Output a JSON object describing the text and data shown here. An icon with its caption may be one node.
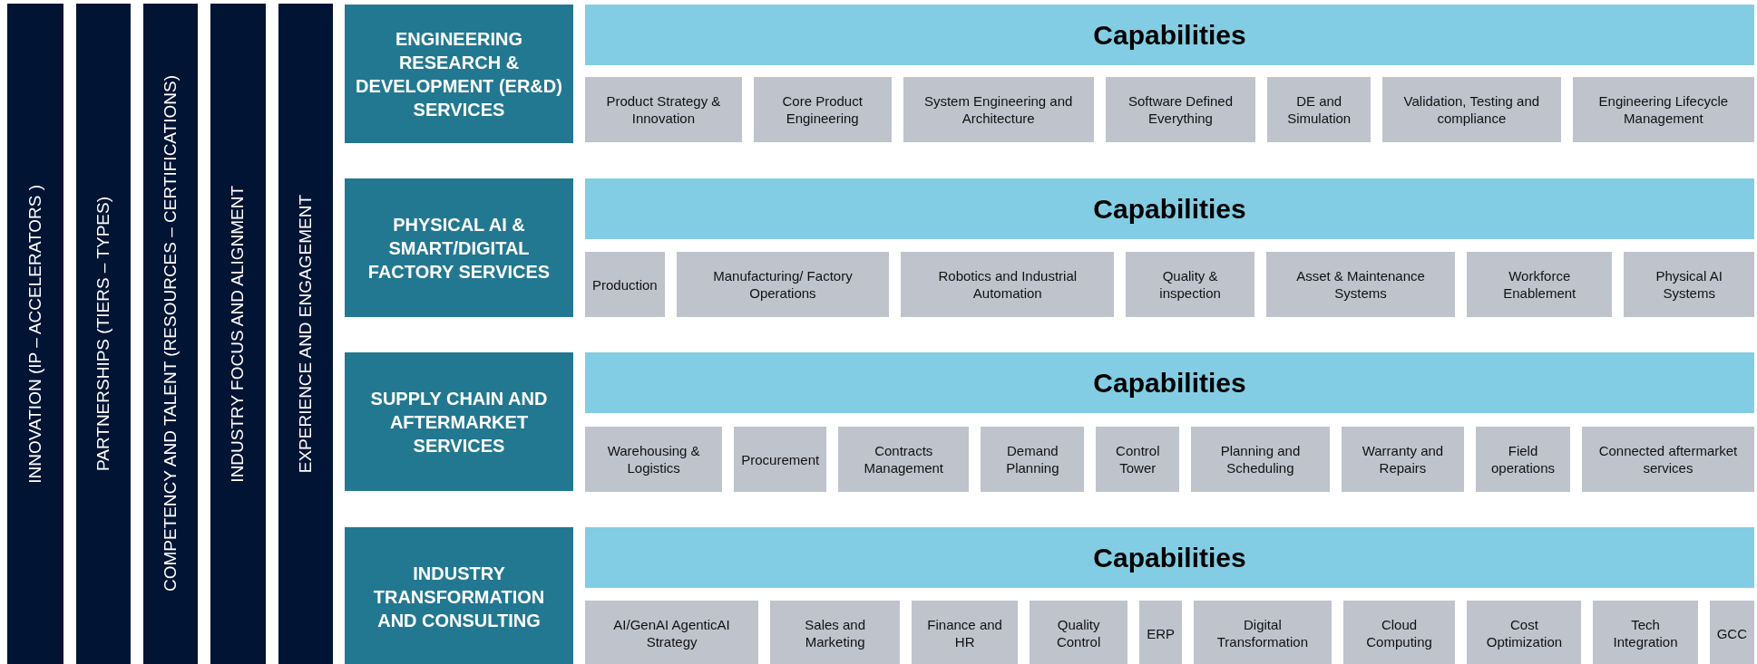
{
  "diagram": {
    "nodes": [
      {
        "text": [
          "INNOVATION (IP – ACCELERATORS )"
        ]
      },
      {
        "text": [
          "PARTNERSHIPS (TIERS – TYPES)"
        ]
      },
      {
        "text": [
          "COMPETENCY AND TALENT (RESOURCES – CERTIFICATIONS)"
        ]
      },
      {
        "text": [
          "INDUSTRY FOCUS AND ALIGNMENT"
        ]
      },
      {
        "text": [
          "EXPERIENCE AND ENGAGEMENT"
        ]
      },
      {
        "text": [
          "ENGINEERING RESEARCH & DEVELOPMENT (ER&D) SERVICES"
        ]
      },
      {
        "text": [
          "Capabilities"
        ]
      },
      {
        "text": [
          "Product Strategy & Innovation"
        ]
      },
      {
        "text": [
          "Core Product Engineering"
        ]
      },
      {
        "text": [
          "System Engineering and Architecture"
        ]
      },
      {
        "text": [
          "Software Defined Everything"
        ]
      },
      {
        "text": [
          "DE and Simulation"
        ]
      },
      {
        "text": [
          "Validation, Testing and compliance"
        ]
      },
      {
        "text": [
          "Engineering Lifecycle Management"
        ]
      },
      {
        "text": [
          "PHYSICAL AI & SMART/DIGITAL FACTORY SERVICES"
        ]
      },
      {
        "text": [
          "Capabilities"
        ]
      },
      {
        "text": [
          "Production"
        ]
      },
      {
        "text": [
          "Manufacturing/ Factory Operations"
        ]
      },
      {
        "text": [
          "Robotics and Industrial Automation"
        ]
      },
      {
        "text": [
          "Quality & inspection"
        ]
      },
      {
        "text": [
          "Asset & Maintenance Systems"
        ]
      },
      {
        "text": [
          "Workforce Enablement"
        ]
      },
      {
        "text": [
          "Physical AI Systems"
        ]
      },
      {
        "text": [
          "SUPPLY CHAIN AND AFTERMARKET SERVICES"
        ]
      },
      {
        "text": [
          "Capabilities"
        ]
      },
      {
        "text": [
          "Warehousing & Logistics"
        ]
      },
      {
        "text": [
          "Procurement"
        ]
      },
      {
        "text": [
          "Contracts Management"
        ]
      },
      {
        "text": [
          "Demand Planning"
        ]
      },
      {
        "text": [
          "Control Tower"
        ]
      },
      {
        "text": [
          "Planning and Scheduling"
        ]
      },
      {
        "text": [
          "Warranty and Repairs"
        ]
      },
      {
        "text": [
          "Field operations"
        ]
      },
      {
        "text": [
          "Connected aftermarket services"
        ]
      },
      {
        "text": [
          "INDUSTRY TRANSFORMATION AND CONSULTING"
        ]
      },
      {
        "text": [
          "Capabilities"
        ]
      },
      {
        "text": [
          "AI/GenAI AgenticAI Strategy"
        ]
      },
      {
        "text": [
          "Sales and Marketing"
        ]
      },
      {
        "text": [
          "Finance and HR"
        ]
      },
      {
        "text": [
          "Quality Control"
        ]
      },
      {
        "text": [
          "ERP"
        ]
      },
      {
        "text": [
          "Digital Transformation"
        ]
      },
      {
        "text": [
          "Cloud Computing"
        ]
      },
      {
        "text": [
          "Cost Optimization"
        ]
      },
      {
        "text": [
          "Tech Integration"
        ]
      },
      {
        "text": [
          "GCC"
        ]
      }
    ]
  }
}
